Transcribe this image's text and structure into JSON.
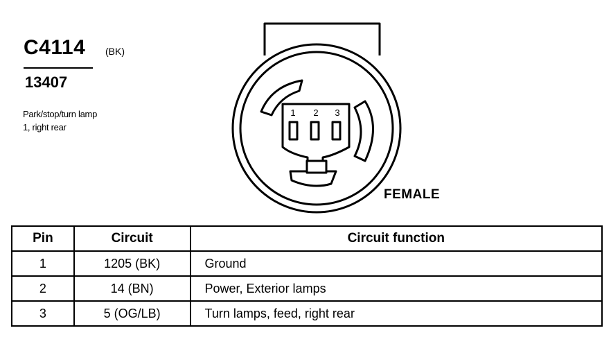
{
  "connector": {
    "id": "C4114",
    "color_code": "(BK)",
    "part_number": "13407",
    "description": [
      "Park/stop/turn lamp",
      "1, right rear"
    ],
    "gender": "FEMALE",
    "pin_labels": [
      "1",
      "2",
      "3"
    ]
  },
  "table": {
    "headers": {
      "pin": "Pin",
      "circuit": "Circuit",
      "function": "Circuit function"
    },
    "rows": [
      {
        "pin": "1",
        "circuit": "1205 (BK)",
        "function": "Ground"
      },
      {
        "pin": "2",
        "circuit": "14 (BN)",
        "function": "Power, Exterior lamps"
      },
      {
        "pin": "3",
        "circuit": "5 (OG/LB)",
        "function": "Turn lamps, feed, right rear"
      }
    ]
  }
}
